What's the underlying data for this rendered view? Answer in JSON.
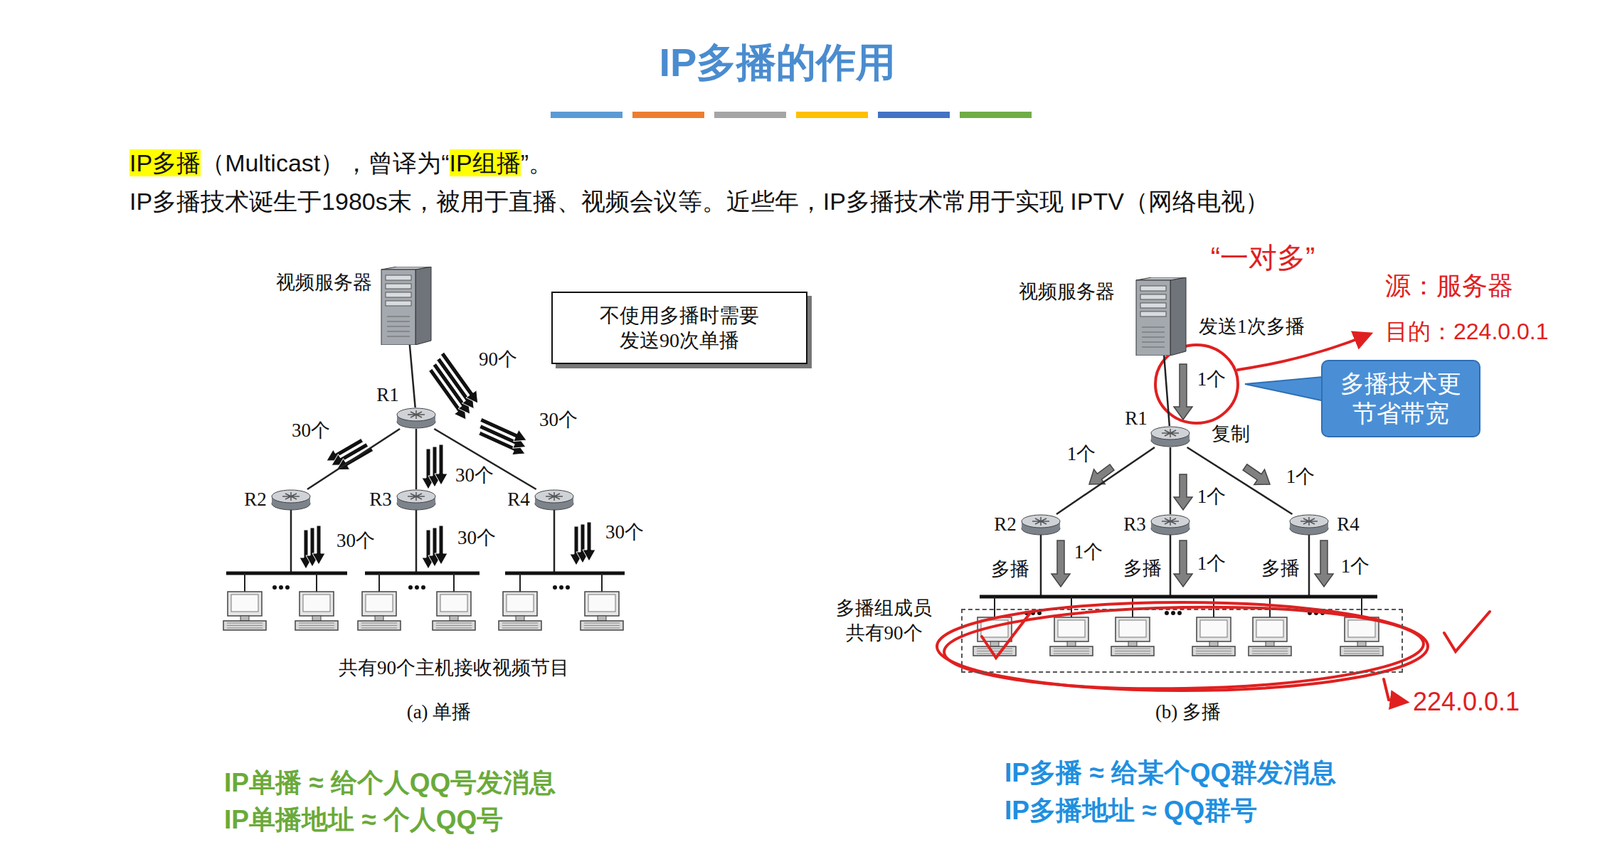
{
  "diagram": {
    "title": "IP多播的作用",
    "nodes": [
      {
        "text": [
          "视频服务器"
        ]
      },
      {
        "text": [
          "R1"
        ]
      },
      {
        "text": [
          "R2"
        ]
      },
      {
        "text": [
          "R3"
        ]
      },
      {
        "text": [
          "R4"
        ]
      },
      {
        "text": [
          "不使用多播时需要 发送90次单播"
        ]
      },
      {
        "text": [
          "视频服务器"
        ]
      },
      {
        "text": [
          "R1"
        ]
      },
      {
        "text": [
          "R2"
        ]
      },
      {
        "text": [
          "R3"
        ]
      },
      {
        "text": [
          "R4"
        ]
      },
      {
        "text": [
          "多播技术更 节省带宽"
        ]
      },
      {
        "text": [
          "多播组成员 共有90个"
        ]
      }
    ],
    "edges": [
      {
        "from": 0,
        "to": 1,
        "arrow": "none"
      },
      {
        "from": 1,
        "to": 2,
        "arrow": "none"
      },
      {
        "from": 1,
        "to": 3,
        "arrow": "none"
      },
      {
        "from": 1,
        "to": 4,
        "arrow": "none"
      },
      {
        "from": 6,
        "to": 7,
        "arrow": "none"
      },
      {
        "from": 7,
        "to": 8,
        "arrow": "none"
      },
      {
        "from": 7,
        "to": 9,
        "arrow": "none"
      },
      {
        "from": 7,
        "to": 10,
        "arrow": "none"
      }
    ],
    "labels": [
      "IP多播",
      "（Multicast），曾译为“",
      "IP组播",
      "”。",
      "IP多播技术诞生于1980s末，被用于直播、视频会议等。近些年，IP多播技术常用于实现 IPTV（网络电视）",
      "90个",
      "30个",
      "30个",
      "30个",
      "30个",
      "30个",
      "30个",
      "共有90个主机接收视频节目",
      "(a) 单播",
      "“一对多”",
      "发送1次多播",
      "源：服务器",
      "目的：224.0.0.1",
      "1个",
      "复制",
      "1个",
      "1个",
      "1个",
      "多播",
      "多播",
      "多播",
      "1个",
      "1个",
      "1个",
      "(b) 多播",
      "224.0.0.1",
      "IP单播 ≈ 给个人QQ号发消息",
      "IP单播地址 ≈ 个人QQ号",
      "IP多播 ≈ 给某个QQ群发消息",
      "IP多播地址 ≈ QQ群号"
    ]
  }
}
